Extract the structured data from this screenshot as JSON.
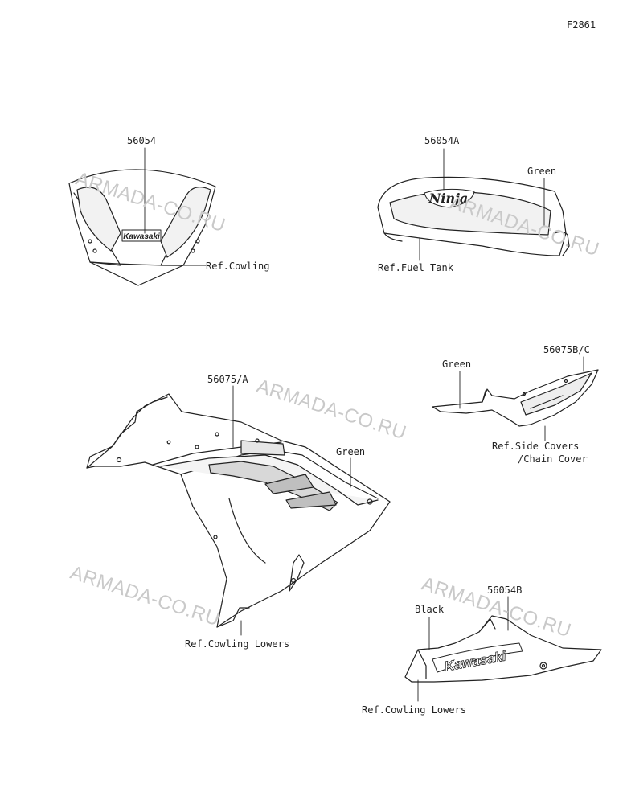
{
  "figure_id": "F2861",
  "watermark": "ARMADA-CO.RU",
  "labels": {
    "windshield_part": "56054",
    "windshield_ref": "Ref.Cowling",
    "tank_part": "56054A",
    "tank_color": "Green",
    "tank_ref": "Ref.Fuel Tank",
    "tank_logo": "Ninja",
    "side_part": "56075B/C",
    "side_color": "Green",
    "side_ref_line1": "Ref.Side Covers",
    "side_ref_line2": "/Chain Cover",
    "cowl_part": "56075/A",
    "cowl_color": "Green",
    "cowl_ref": "Ref.Cowling Lowers",
    "lower_part": "56054B",
    "lower_color": "Black",
    "lower_ref": "Ref.Cowling Lowers",
    "windshield_logo": "Kawasaki",
    "lower_logo": "Kawasaki"
  }
}
